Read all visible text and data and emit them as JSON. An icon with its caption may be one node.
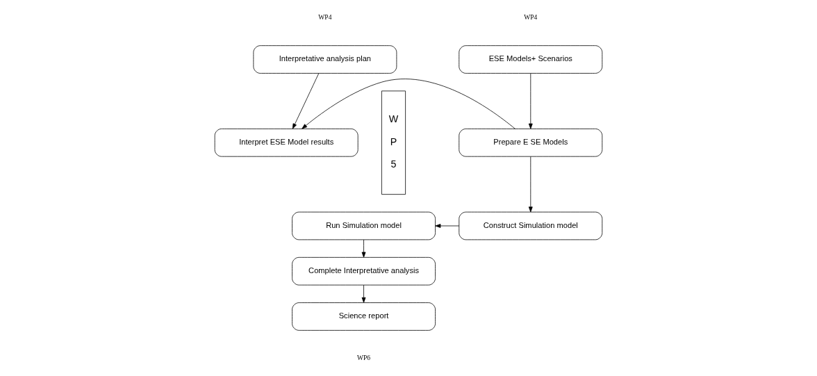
{
  "diagram": {
    "nodes": [
      {
        "text": [
          "ESE Models+ Scenarios"
        ]
      },
      {
        "text": [
          "Interpretative analysis plan"
        ]
      },
      {
        "text": [
          "Prepare E SE Models"
        ]
      },
      {
        "text": [
          "Interpret ESE Model results"
        ]
      },
      {
        "text": [
          "Construct Simulation model"
        ]
      },
      {
        "text": [
          "Run Simulation model"
        ]
      },
      {
        "text": [
          "Complete Interpretative analysis"
        ]
      },
      {
        "text": [
          "Science report"
        ]
      },
      {
        "text": [
          "W P 5"
        ]
      }
    ],
    "edges": [
      {
        "from": 0,
        "to": 2,
        "arrow": "to"
      },
      {
        "from": 1,
        "to": 3,
        "arrow": "to"
      },
      {
        "from": 2,
        "to": 3,
        "arrow": "to"
      },
      {
        "from": 2,
        "to": 4,
        "arrow": "to"
      },
      {
        "from": 4,
        "to": 5,
        "arrow": "to"
      },
      {
        "from": 5,
        "to": 6,
        "arrow": "to"
      },
      {
        "from": 6,
        "to": 7,
        "arrow": "to"
      }
    ],
    "labels": [
      "WP4",
      "WP4",
      "WP6"
    ]
  }
}
